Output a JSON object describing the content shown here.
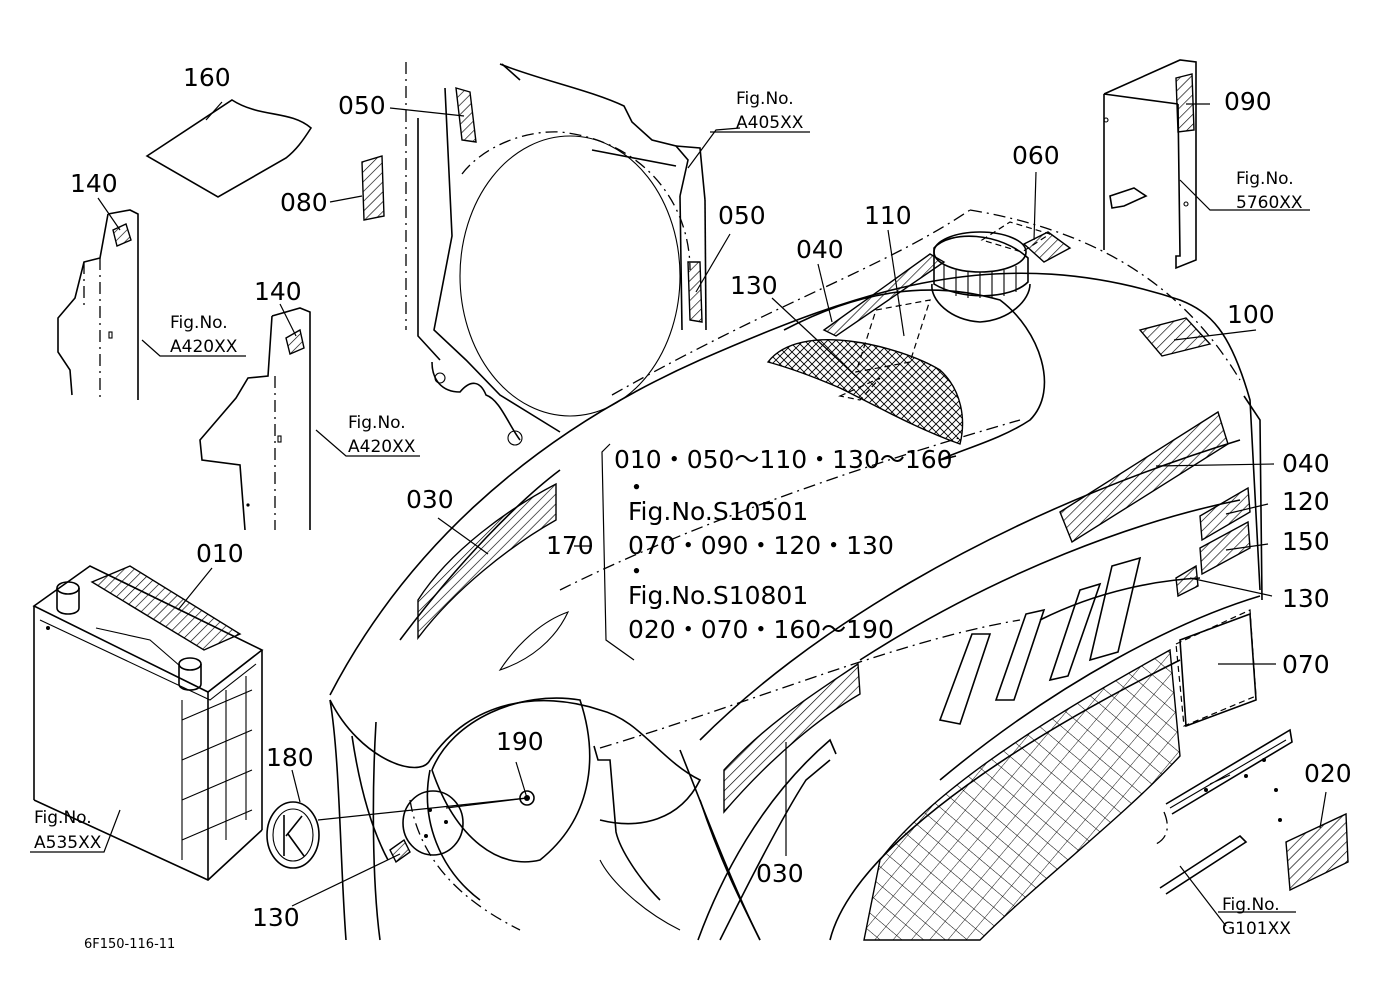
{
  "labels": {
    "p160": "160",
    "p140a": "140",
    "p140b": "140",
    "p050a": "050",
    "p050b": "050",
    "p080": "080",
    "p060": "060",
    "p090": "090",
    "p110": "110",
    "p040a": "040",
    "p040b": "040",
    "p130a": "130",
    "p130b": "130",
    "p130c": "130",
    "p100": "100",
    "p010": "010",
    "p030a": "030",
    "p030b": "030",
    "p170": "170",
    "p120": "120",
    "p150": "150",
    "p070": "070",
    "p190": "190",
    "p180": "180",
    "p020": "020"
  },
  "fig_refs": {
    "a405": {
      "line1": "Fig.No.",
      "line2": "A405XX"
    },
    "s5760": {
      "line1": "Fig.No.",
      "line2": "5760XX"
    },
    "a420a": {
      "line1": "Fig.No.",
      "line2": "A420XX"
    },
    "a420b": {
      "line1": "Fig.No.",
      "line2": "A420XX"
    },
    "a535": {
      "line1": "Fig.No.",
      "line2": "A535XX"
    },
    "g101": {
      "line1": "Fig.No.",
      "line2": "G101XX"
    }
  },
  "note_170": {
    "line1": "010・050～110・130～160",
    "sep1": "・",
    "line2": "Fig.No.S10501",
    "line3": "070・090・120・130",
    "sep2": "・",
    "line4": "Fig.No.S10801",
    "line5": "020・070・160～190"
  },
  "diagram_code": "6F150-116-11"
}
